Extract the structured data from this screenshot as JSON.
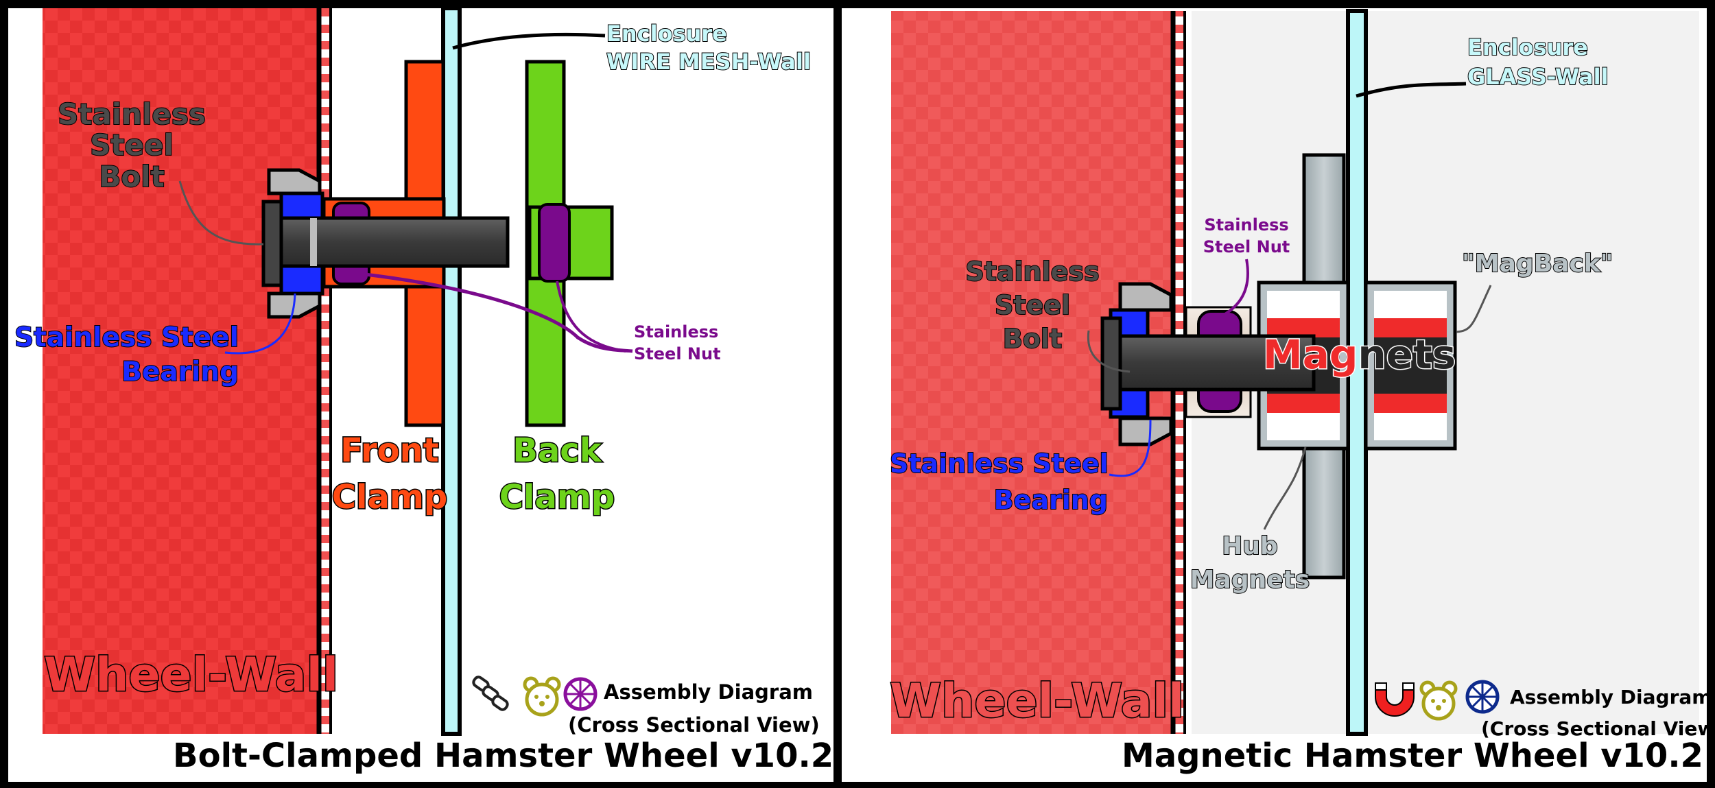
{
  "left": {
    "title": "Bolt-Clamped Hamster Wheel v10.2",
    "wheel_wall": "Wheel-Wall",
    "enclosure_line1": "Enclosure",
    "enclosure_line2": "WIRE MESH-Wall",
    "bolt_label": [
      "Stainless",
      "Steel",
      "Bolt"
    ],
    "bearing_label": [
      "Stainless Steel",
      "Bearing"
    ],
    "nut_label": [
      "Stainless",
      "Steel Nut"
    ],
    "front_clamp": [
      "Front",
      "Clamp"
    ],
    "back_clamp": [
      "Back",
      "Clamp"
    ],
    "assembly_line1": "Assembly Diagram",
    "assembly_line2": "(Cross Sectional View)",
    "legend_icons": [
      "chain-link-icon",
      "hamster-icon",
      "wheel-icon"
    ]
  },
  "right": {
    "title": "Magnetic Hamster Wheel v10.2",
    "wheel_wall": "Wheel-Wall",
    "enclosure_line1": "Enclosure",
    "enclosure_line2": "GLASS-Wall",
    "bolt_label": [
      "Stainless",
      "Steel",
      "Bolt"
    ],
    "bearing_label": [
      "Stainless Steel",
      "Bearing"
    ],
    "nut_label": [
      "Stainless",
      "Steel Nut"
    ],
    "magback_label": "\"MagBack\"",
    "magnets_part1": "Mag",
    "magnets_part2": "nets",
    "hub_magnets": [
      "Hub",
      "Magnets"
    ],
    "assembly_line1": "Assembly Diagram",
    "assembly_line2": "(Cross Sectional View)",
    "legend_icons": [
      "magnet-icon",
      "hamster-icon",
      "wheel-icon"
    ]
  },
  "colors": {
    "wheel_red": "#f03c3c",
    "front_clamp": "#ff4a12",
    "back_clamp": "#6dd31b",
    "bearing_blue": "#1a2bff",
    "nut_purple": "#7a0a8c",
    "bolt_gray": "#4a4a4a",
    "glass": "#bdf6f8",
    "hub_gray": "#b8c2c6",
    "magnet_red": "#ef2b2b",
    "label_gray": "#4a4a4a",
    "legend_gold": "#a8a21a",
    "legend_purple": "#8a0f9c",
    "legend_navy": "#0d2a8c"
  }
}
